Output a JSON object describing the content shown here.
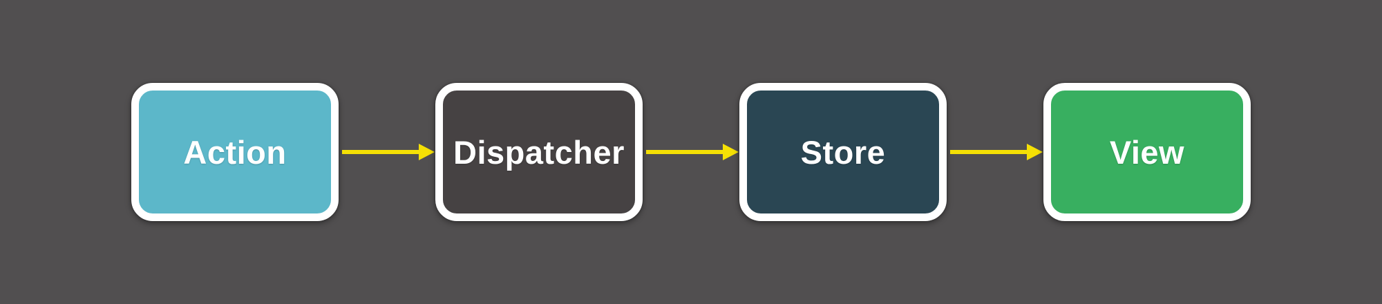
{
  "background_color": "#514F50",
  "border_color": "#FFFFFF",
  "arrow": {
    "color": "#F5E005",
    "direction": "right"
  },
  "nodes": [
    {
      "label": "Action",
      "fill": "#5CB7C9",
      "text_color": "#FFFFFF"
    },
    {
      "label": "Dispatcher",
      "fill": "#464243",
      "text_color": "#FFFFFF"
    },
    {
      "label": "Store",
      "fill": "#2A4653",
      "text_color": "#FFFFFF"
    },
    {
      "label": "View",
      "fill": "#38AF60",
      "text_color": "#FFFFFF"
    }
  ],
  "connections": [
    {
      "from": "Action",
      "to": "Dispatcher"
    },
    {
      "from": "Dispatcher",
      "to": "Store"
    },
    {
      "from": "Store",
      "to": "View"
    }
  ]
}
